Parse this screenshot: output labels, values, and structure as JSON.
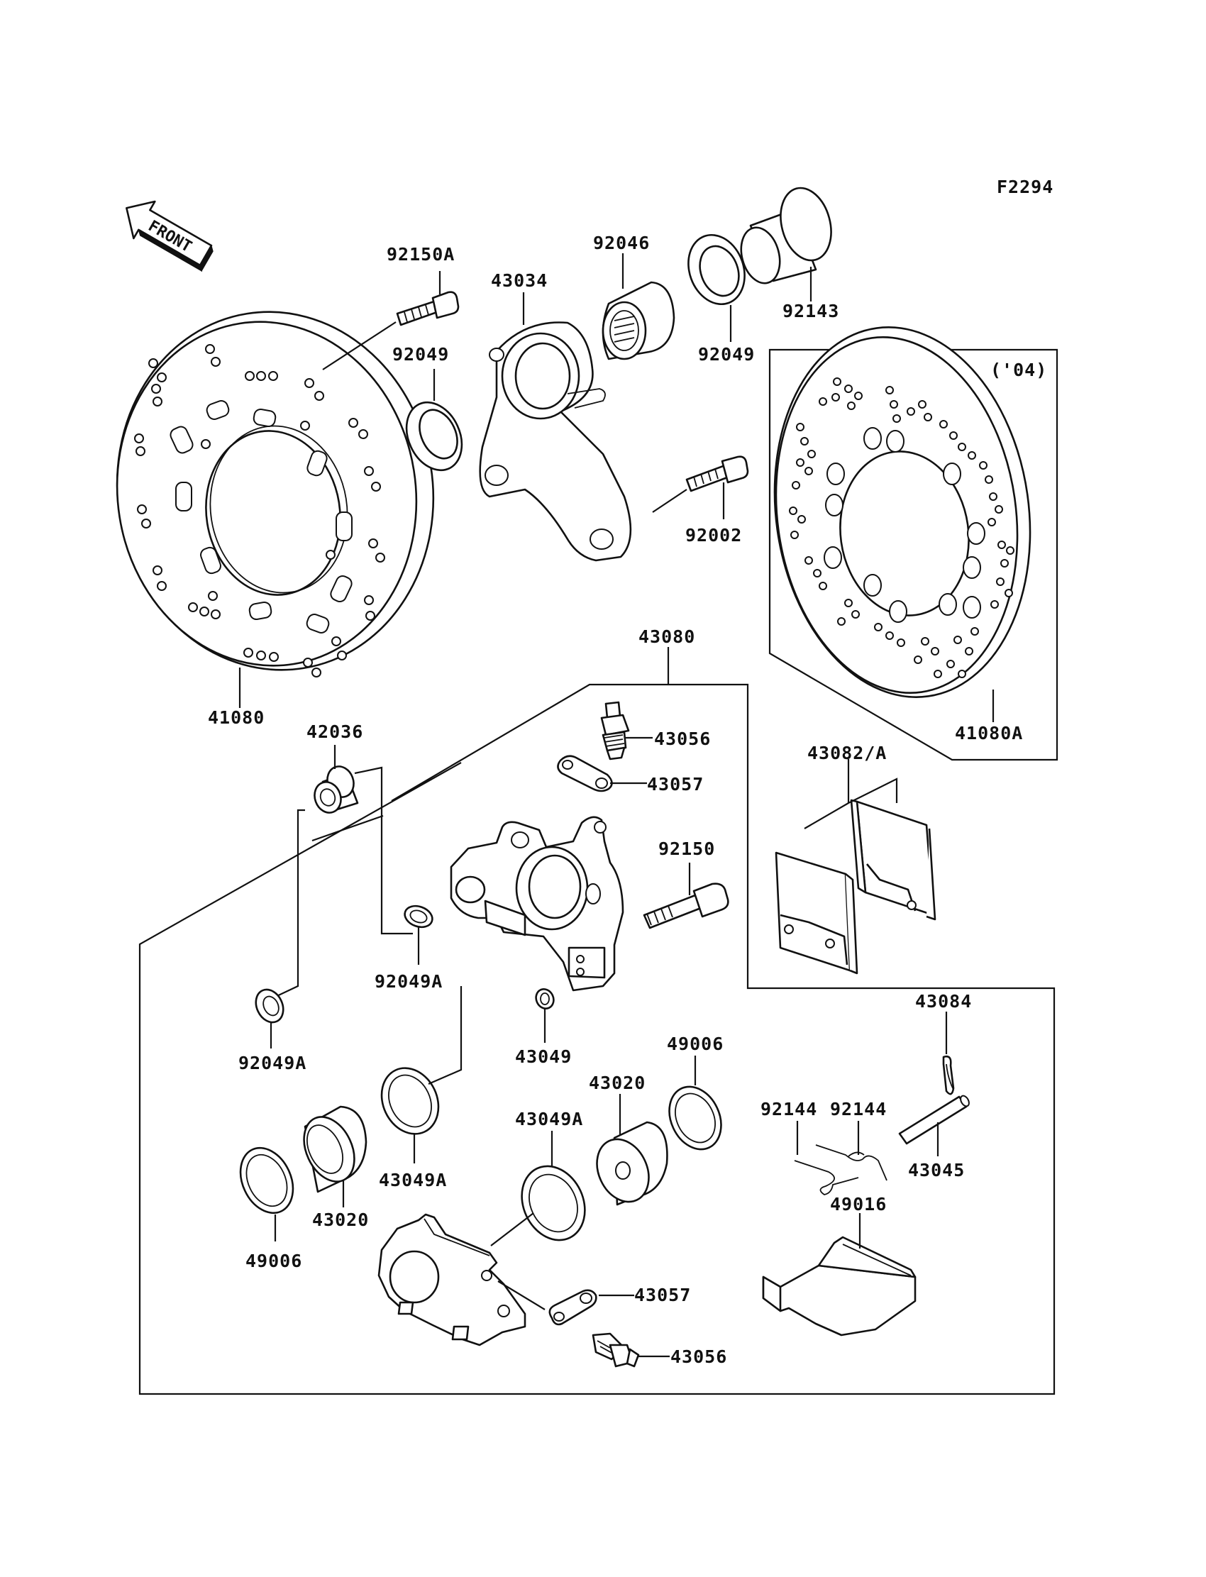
{
  "figure_code": "F2294",
  "front_badge": "FRONT",
  "year_note": "('04)",
  "icon": "front-direction-arrow-icon",
  "labels": {
    "l_92150A": "92150A",
    "l_43034": "43034",
    "l_92046": "92046",
    "l_92143": "92143",
    "l_92049_a": "92049",
    "l_92049_b": "92049",
    "l_92002": "92002",
    "l_41080": "41080",
    "l_41080A": "41080A",
    "l_43080": "43080",
    "l_42036": "42036",
    "l_43056_a": "43056",
    "l_43057_a": "43057",
    "l_43082": "43082/A",
    "l_92150": "92150",
    "l_92049A_a": "92049A",
    "l_92049A_b": "92049A",
    "l_43049": "43049",
    "l_49006_a": "49006",
    "l_43020_a": "43020",
    "l_43049A_a": "43049A",
    "l_43049A_b": "43049A",
    "l_43020_b": "43020",
    "l_49006_b": "49006",
    "l_43084": "43084",
    "l_92144_a": "92144",
    "l_92144_b": "92144",
    "l_43045": "43045",
    "l_49016": "49016",
    "l_43057_b": "43057",
    "l_43056_b": "43056"
  }
}
